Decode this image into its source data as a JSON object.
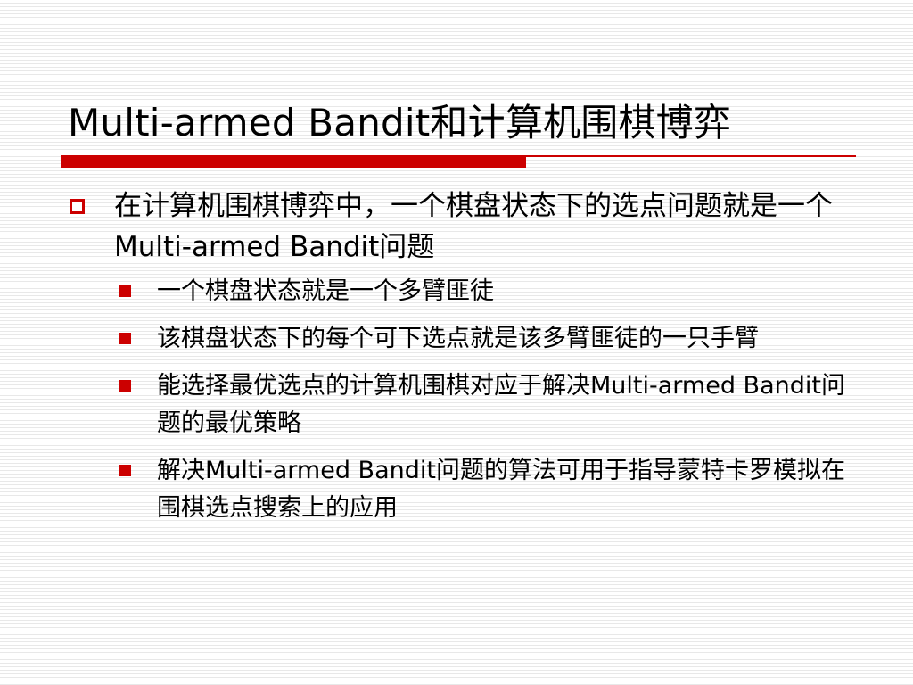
{
  "slide": {
    "title": "Multi-armed Bandit和计算机围棋博弈",
    "bullet": {
      "text": "在计算机围棋博弈中，一个棋盘状态下的选点问题就是一个Multi-armed Bandit问题",
      "sub_bullets": [
        {
          "text": "一个棋盘状态就是一个多臂匪徒"
        },
        {
          "text": "该棋盘状态下的每个可下选点就是该多臂匪徒的一只手臂"
        },
        {
          "text": "能选择最优选点的计算机围棋对应于解决Multi-armed Bandit问题的最优策略"
        },
        {
          "text": "解决Multi-armed Bandit问题的算法可用于指导蒙特卡罗模拟在围棋选点搜索上的应用"
        }
      ]
    }
  },
  "colors": {
    "accent": "#cc0000",
    "text": "#000000",
    "background_stripe": "#e8e8e8"
  },
  "icons": {
    "level1_bullet": "hollow-square-icon",
    "level2_bullet": "solid-square-icon"
  }
}
